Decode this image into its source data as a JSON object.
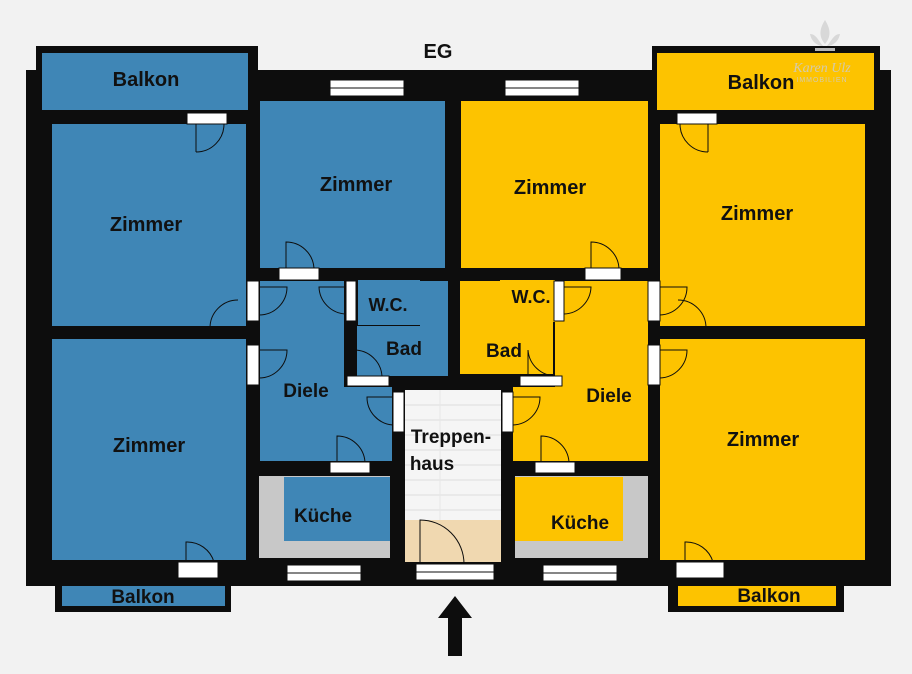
{
  "title": "EG",
  "watermark": {
    "name": "Karen Ulz",
    "sub": "IMMOBILIEN"
  },
  "colors": {
    "blue": "#3f86b6",
    "yellow": "#fdc300",
    "wall": "#0d0d0d",
    "background": "#f2f2f2",
    "stair": "#f5f5f5",
    "kitchen_gray": "#c8c8c8"
  },
  "labels": {
    "left_balkon_top": "Balkon",
    "left_zimmer_top": "Zimmer",
    "left_zimmer_bottom": "Zimmer",
    "left_balkon_bottom": "Balkon",
    "left_zimmer_mid": "Zimmer",
    "left_wc": "W.C.",
    "left_bad": "Bad",
    "left_diele": "Diele",
    "left_kueche": "Küche",
    "right_zimmer_mid": "Zimmer",
    "right_wc": "W.C.",
    "right_bad": "Bad",
    "right_diele": "Diele",
    "right_kueche": "Küche",
    "right_balkon_top": "Balkon",
    "right_zimmer_top": "Zimmer",
    "right_zimmer_bottom": "Zimmer",
    "right_balkon_bottom": "Balkon",
    "treppenhaus_line1": "Treppen-",
    "treppenhaus_line2": "haus"
  },
  "entrance_arrow": "arrow-up"
}
